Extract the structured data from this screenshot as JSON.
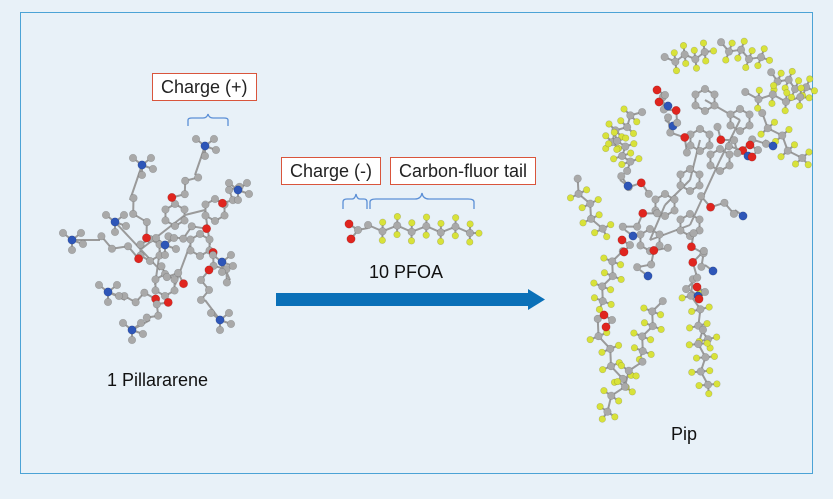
{
  "labels": {
    "charge_pos": "Charge (+)",
    "charge_neg": "Charge (-)",
    "tail": "Carbon-fluor tail",
    "pfoa": "10 PFOA",
    "pillararene": "1 Pillararene",
    "product": "Pip"
  },
  "colors": {
    "background": "#e8f1f8",
    "frame": "#4ba3d6",
    "label_border": "#d9553c",
    "arrow": "#0a70b8",
    "brace": "#5b8fd6",
    "carbon": "#a9a9a9",
    "oxygen": "#e0251f",
    "nitrogen": "#2e56b8",
    "fluorine": "#d8e23a"
  }
}
